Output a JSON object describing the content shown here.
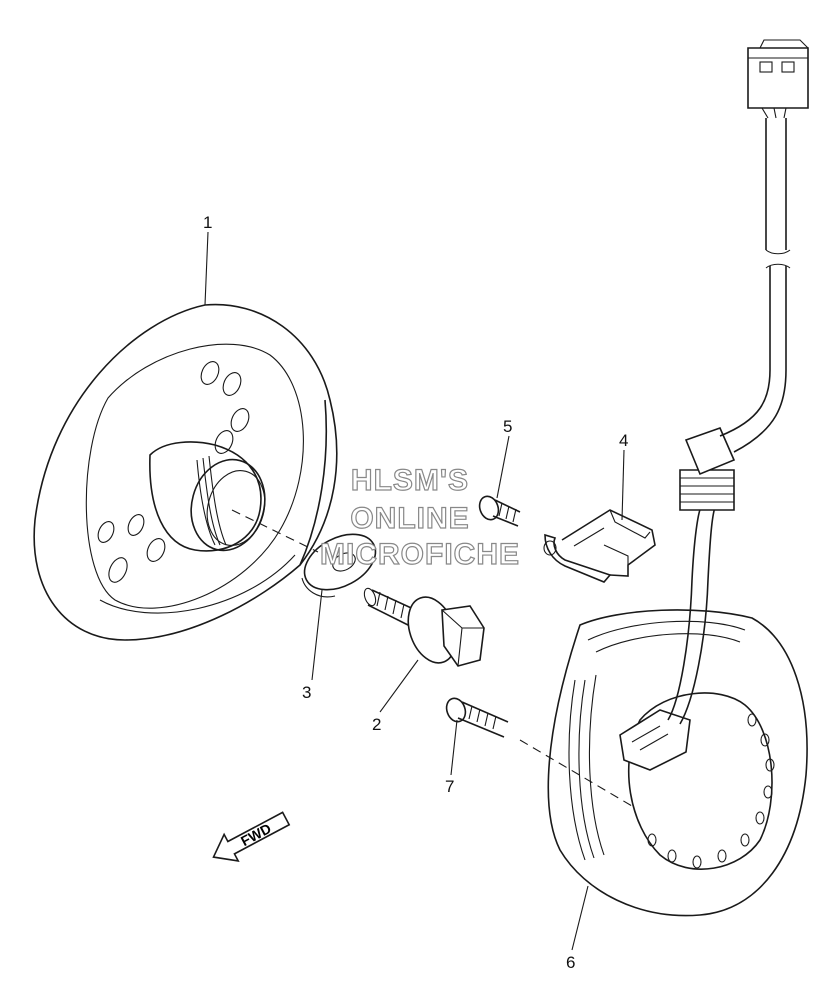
{
  "callouts": {
    "c1": "1",
    "c2": "2",
    "c3": "3",
    "c4": "4",
    "c5": "5",
    "c6": "6",
    "c7": "7"
  },
  "watermark": {
    "line1": "HLSM'S",
    "line2": "ONLINE",
    "line3": "MICROFICHE"
  },
  "direction_arrow": {
    "label": "FWD"
  }
}
